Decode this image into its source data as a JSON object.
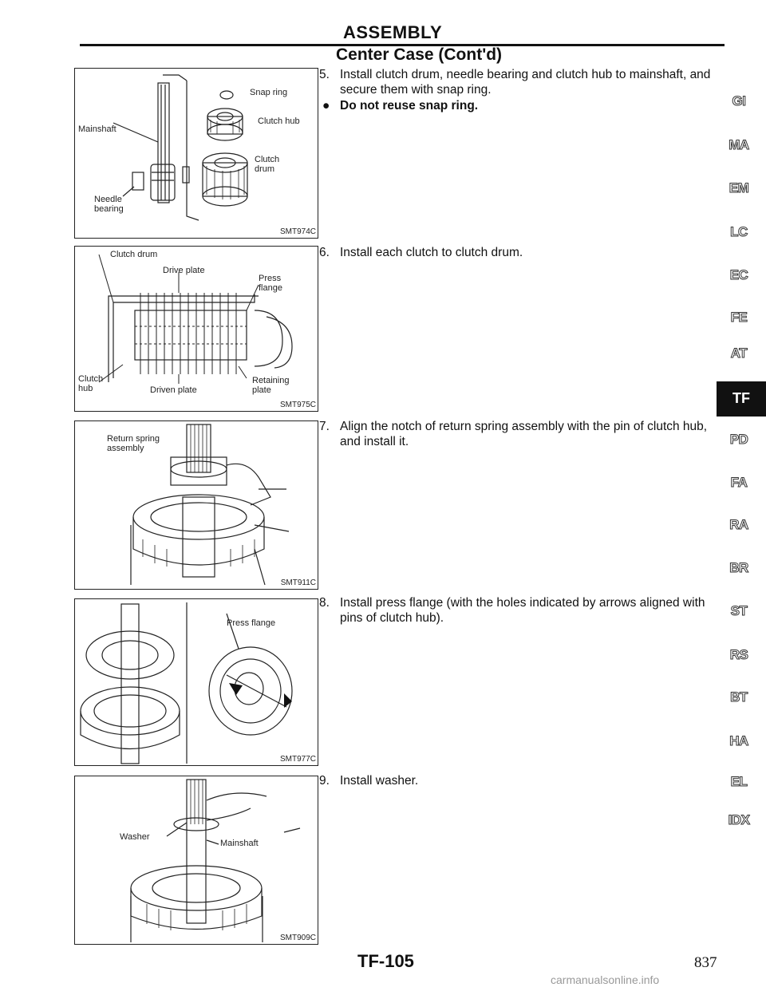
{
  "header": {
    "title": "ASSEMBLY",
    "subtitle": "Center Case (Cont'd)"
  },
  "steps": [
    {
      "num": "5.",
      "text": "Install clutch drum, needle bearing and clutch hub to mainshaft, and secure them with snap ring."
    },
    {
      "num": "6.",
      "text": "Install each clutch to clutch drum."
    },
    {
      "num": "7.",
      "text": "Align the notch of return spring assembly with the pin of clutch hub, and install it."
    },
    {
      "num": "8.",
      "text": "Install press flange (with the holes indicated by arrows aligned with pins of clutch hub)."
    },
    {
      "num": "9.",
      "text": "Install washer."
    }
  ],
  "bullet": {
    "symbol": "●",
    "text": "Do not reuse snap ring."
  },
  "figures": [
    {
      "code": "SMT974C",
      "labels": {
        "snap_ring": "Snap ring",
        "clutch_hub": "Clutch hub",
        "mainshaft": "Mainshaft",
        "clutch_drum": "Clutch\ndrum",
        "needle_bearing": "Needle\nbearing"
      }
    },
    {
      "code": "SMT975C",
      "labels": {
        "clutch_drum": "Clutch drum",
        "drive_plate": "Drive plate",
        "press_flange": "Press\nflange",
        "clutch_hub": "Clutch\nhub",
        "driven_plate": "Driven plate",
        "retaining_plate": "Retaining\nplate"
      }
    },
    {
      "code": "SMT911C",
      "labels": {
        "return_spring": "Return spring\nassembly"
      }
    },
    {
      "code": "SMT977C",
      "labels": {
        "press_flange": "Press flange"
      }
    },
    {
      "code": "SMT909C",
      "labels": {
        "washer": "Washer",
        "mainshaft": "Mainshaft"
      }
    }
  ],
  "side_tabs": [
    "GI",
    "MA",
    "EM",
    "LC",
    "EC",
    "FE",
    "AT",
    "TF",
    "PD",
    "FA",
    "RA",
    "BR",
    "ST",
    "RS",
    "BT",
    "HA",
    "EL",
    "IDX"
  ],
  "active_tab": "TF",
  "footer": {
    "code": "TF-105",
    "page": "837"
  },
  "watermark": "carmanualsonline.info"
}
